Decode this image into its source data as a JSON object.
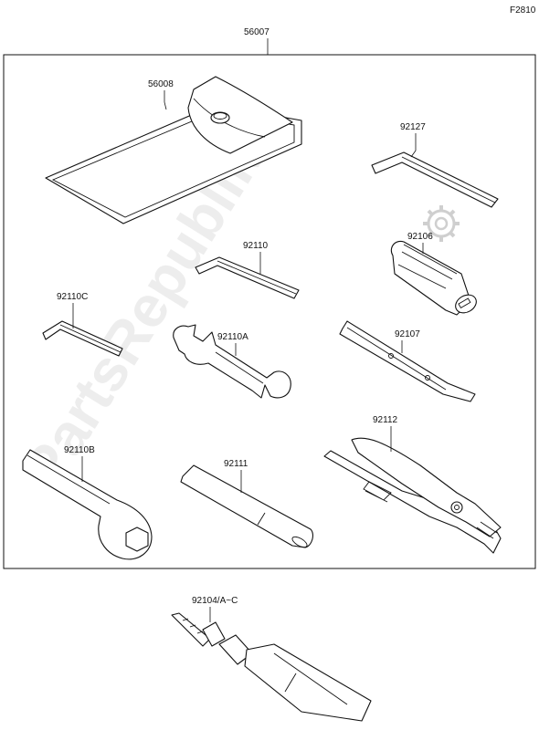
{
  "figure_code": "F2810",
  "watermark": "PartsRepublik",
  "parts": {
    "kit": "56007",
    "case": "56008",
    "hex_large": "92127",
    "plug_driver": "92106",
    "hex_medium": "92110",
    "hex_small": "92110C",
    "open_wrench": "92110A",
    "screwdriver": "92107",
    "ring_wrench": "92110B",
    "handle": "92111",
    "pliers": "92112",
    "plug_kit": "92104/A~C"
  }
}
